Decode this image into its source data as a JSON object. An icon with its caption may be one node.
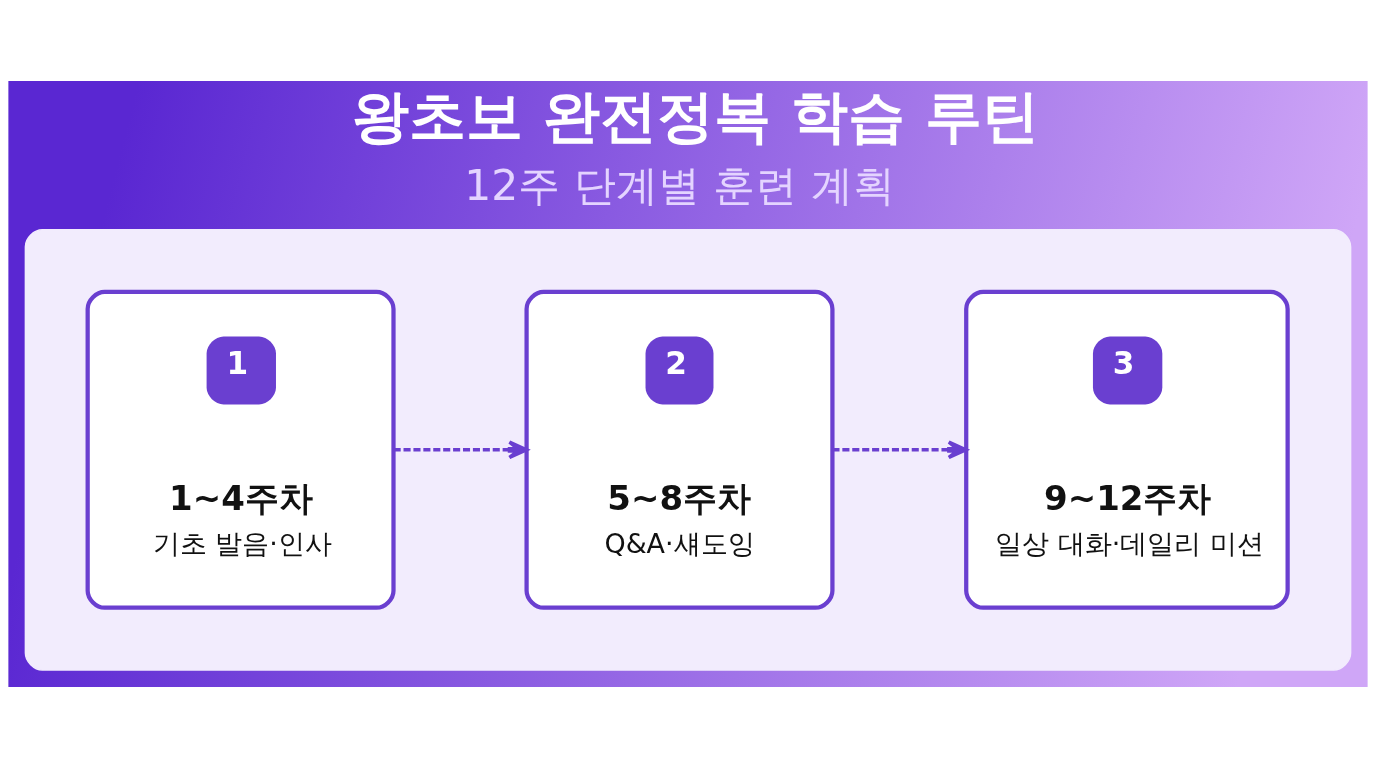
{
  "diagram": {
    "title": "왕초보 완전정복 학습 루틴",
    "nodes": [
      {
        "text": [],
        "shape": "box"
      },
      {
        "text": [
          "1",
          "1~4주차",
          "기초 발음·인사"
        ],
        "in": 0
      },
      {
        "text": [
          "2",
          "5~8주차",
          "Q&A·섀도잉"
        ],
        "in": 0
      },
      {
        "text": [
          "3",
          "9~12주차",
          "일상 대화·데일리 미션"
        ],
        "in": 0
      }
    ],
    "edges": [
      {
        "from": 1,
        "to": 2,
        "arrow": "to",
        "style": "dashed"
      },
      {
        "from": 2,
        "to": 3,
        "arrow": "to",
        "style": "dashed"
      }
    ],
    "labels": [
      "12주 단계별 훈련 계획"
    ]
  }
}
